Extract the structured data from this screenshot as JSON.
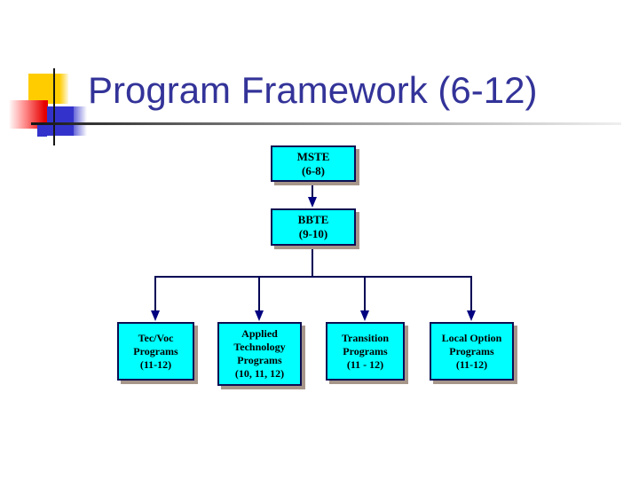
{
  "slide": {
    "title": "Program Framework (6-12)",
    "title_color": "#333399",
    "background": "#FFFFFF"
  },
  "decoration": {
    "yellow_square": "#FFCC00",
    "red_square": "#E60000",
    "blue_square": "#3333CC",
    "cross_line": "#161616",
    "rule_gradient": [
      "#151515",
      "#EFEFEF"
    ]
  },
  "diagram": {
    "box_fill": "#00FFFF",
    "box_border": "#0D0D52",
    "box_shadow": "#A6968A",
    "connector_color": "#000355",
    "arrow_color": "#000080",
    "nodes": [
      {
        "id": "mste",
        "lines": [
          "MSTE",
          "(6-8)"
        ]
      },
      {
        "id": "bbte",
        "lines": [
          "BBTE",
          "(9-10)"
        ]
      },
      {
        "id": "tecvoc-programs",
        "lines": [
          "Tec/Voc",
          "Programs",
          "(11-12)"
        ]
      },
      {
        "id": "applied-technology-programs",
        "lines": [
          "Applied",
          "Technology",
          "Programs",
          "(10, 11, 12)"
        ]
      },
      {
        "id": "transition-programs",
        "lines": [
          "Transition",
          "Programs",
          "(11 - 12)"
        ]
      },
      {
        "id": "local-option-programs",
        "lines": [
          "Local Option",
          "Programs",
          "(11-12)"
        ]
      }
    ],
    "edges": [
      "mste -> bbte",
      "bbte -> tecvoc-programs",
      "bbte -> applied-technology-programs",
      "bbte -> transition-programs",
      "bbte -> local-option-programs"
    ]
  }
}
